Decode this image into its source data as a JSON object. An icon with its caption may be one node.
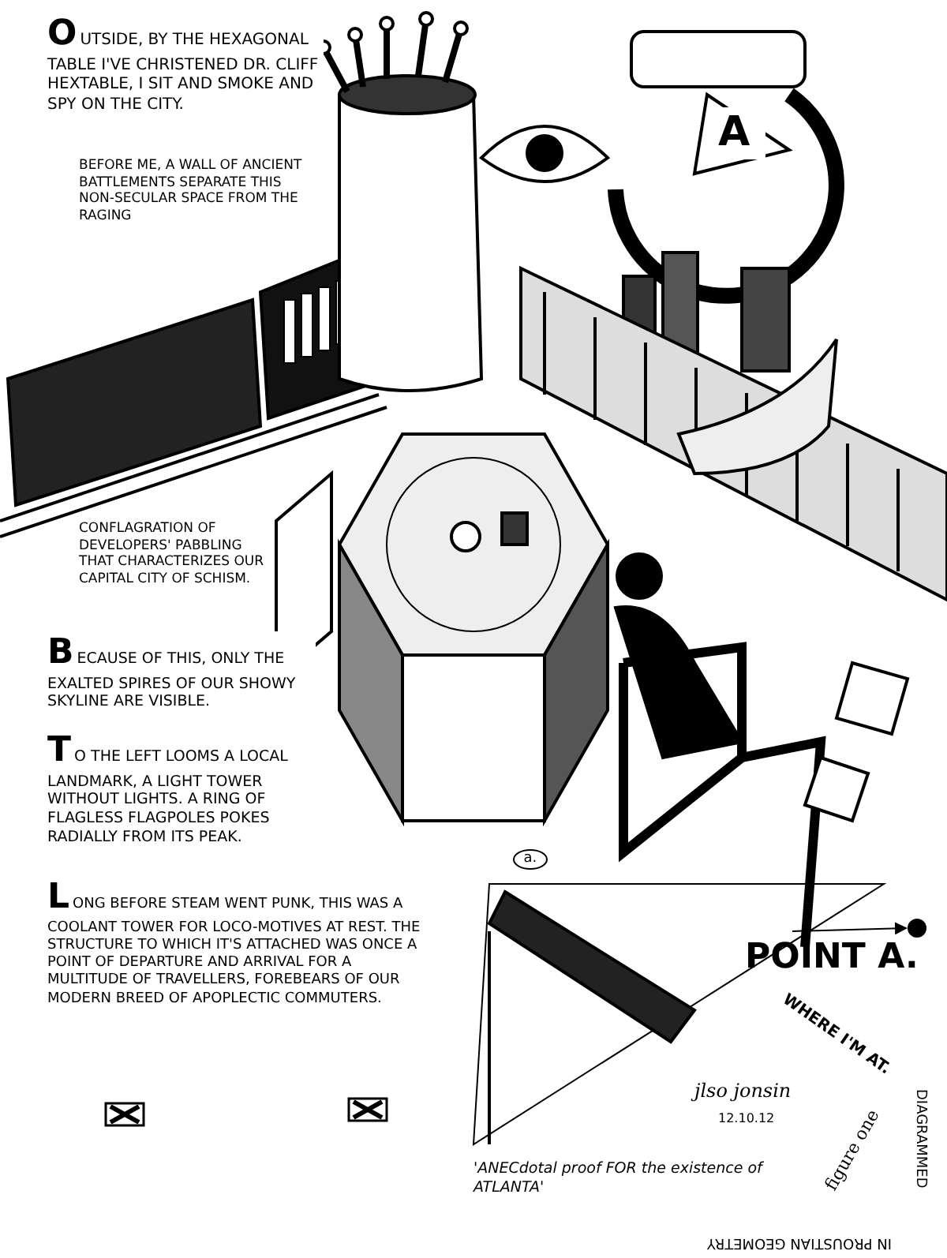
{
  "diagram": {
    "nodes": [
      {
        "text": [
          "POINT A."
        ]
      },
      {
        "text": [],
        "shape": "circle"
      }
    ],
    "edges": [
      {
        "from": 0,
        "to": 1,
        "arrow": "to"
      }
    ],
    "labels": [
      "OUTSIDE, BY THE HEXAGONAL TABLE I'VE CHRISTENED DR. CLIFF HEXTABLE, I SIT AND SMOKE AND SPY ON THE CITY.",
      "A",
      "BEFORE ME, A WALL OF ANCIENT BATTLEMENTS SEPARATE THIS NON-SECULAR SPACE FROM THE RAGING",
      "CONFLAGRATION OF DEVELOPERS' PABBLING THAT CHARACTERIZES OUR CAPITAL CITY OF SCHISM.",
      "BECAUSE OF THIS, ONLY THE EXALTED SPIRES OF OUR SHOWY SKYLINE ARE VISIBLE.",
      "TO THE LEFT LOOMS A LOCAL LANDMARK, A LIGHT TOWER WITHOUT LIGHTS. A RING OF FLAGLESS FLAGPOLES POKES RADIALLY FROM ITS PEAK.",
      "a.",
      "LONG BEFORE STEAM WENT PUNK, THIS WAS A COOLANT TOWER FOR LOCO-MOTIVES AT REST. THE STRUCTURE TO WHICH IT'S ATTACHED WAS ONCE A POINT OF DEPARTURE AND ARRIVAL FOR A MULTITUDE OF TRAVELLERS, FOREBEARS OF OUR MODERN BREED OF APOPLECTIC COMMUTERS.",
      "WHERE I'M AT.",
      "jlso jonsin",
      "12.10.12",
      "figure one",
      "DIAGRAMMED",
      "'ANECdotal proof FOR the existence of ATLANTA'",
      "IN PROUSTIAN GEOMETRY"
    ]
  }
}
